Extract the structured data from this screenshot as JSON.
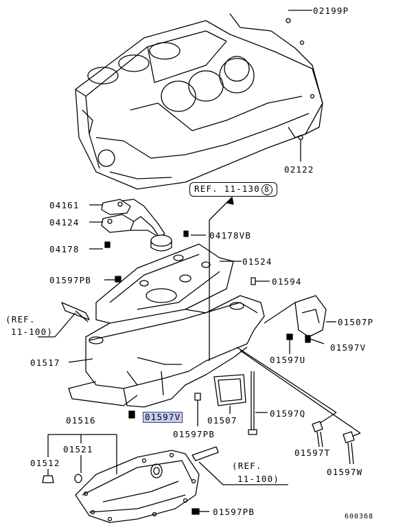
{
  "diagram": {
    "catalog_no": "600368",
    "parts": {
      "p02199P": "02199P",
      "p02122": "02122",
      "p04161": "04161",
      "p04124": "04124",
      "p04178": "04178",
      "p04178VB": "04178VB",
      "p01524": "01524",
      "p01597PB_a": "01597PB",
      "p01594": "01594",
      "p01507P": "01507P",
      "p01597V_r": "01597V",
      "p01597U": "01597U",
      "p01517": "01517",
      "p01597V_sel": "01597V",
      "p01507": "01507",
      "p01597Q": "01597Q",
      "p01597PB_b": "01597PB",
      "p01516": "01516",
      "p01521": "01521",
      "p01512": "01512",
      "p01597T": "01597T",
      "p01597W": "01597W",
      "p01597PB_c": "01597PB"
    },
    "refs": {
      "ref_top_text": "REF. 11-130",
      "ref_top_num": "8",
      "ref_left_a": "(REF.",
      "ref_left_b": "11-100)",
      "ref_bottom_a": "(REF.",
      "ref_bottom_b": "11-100)"
    }
  }
}
